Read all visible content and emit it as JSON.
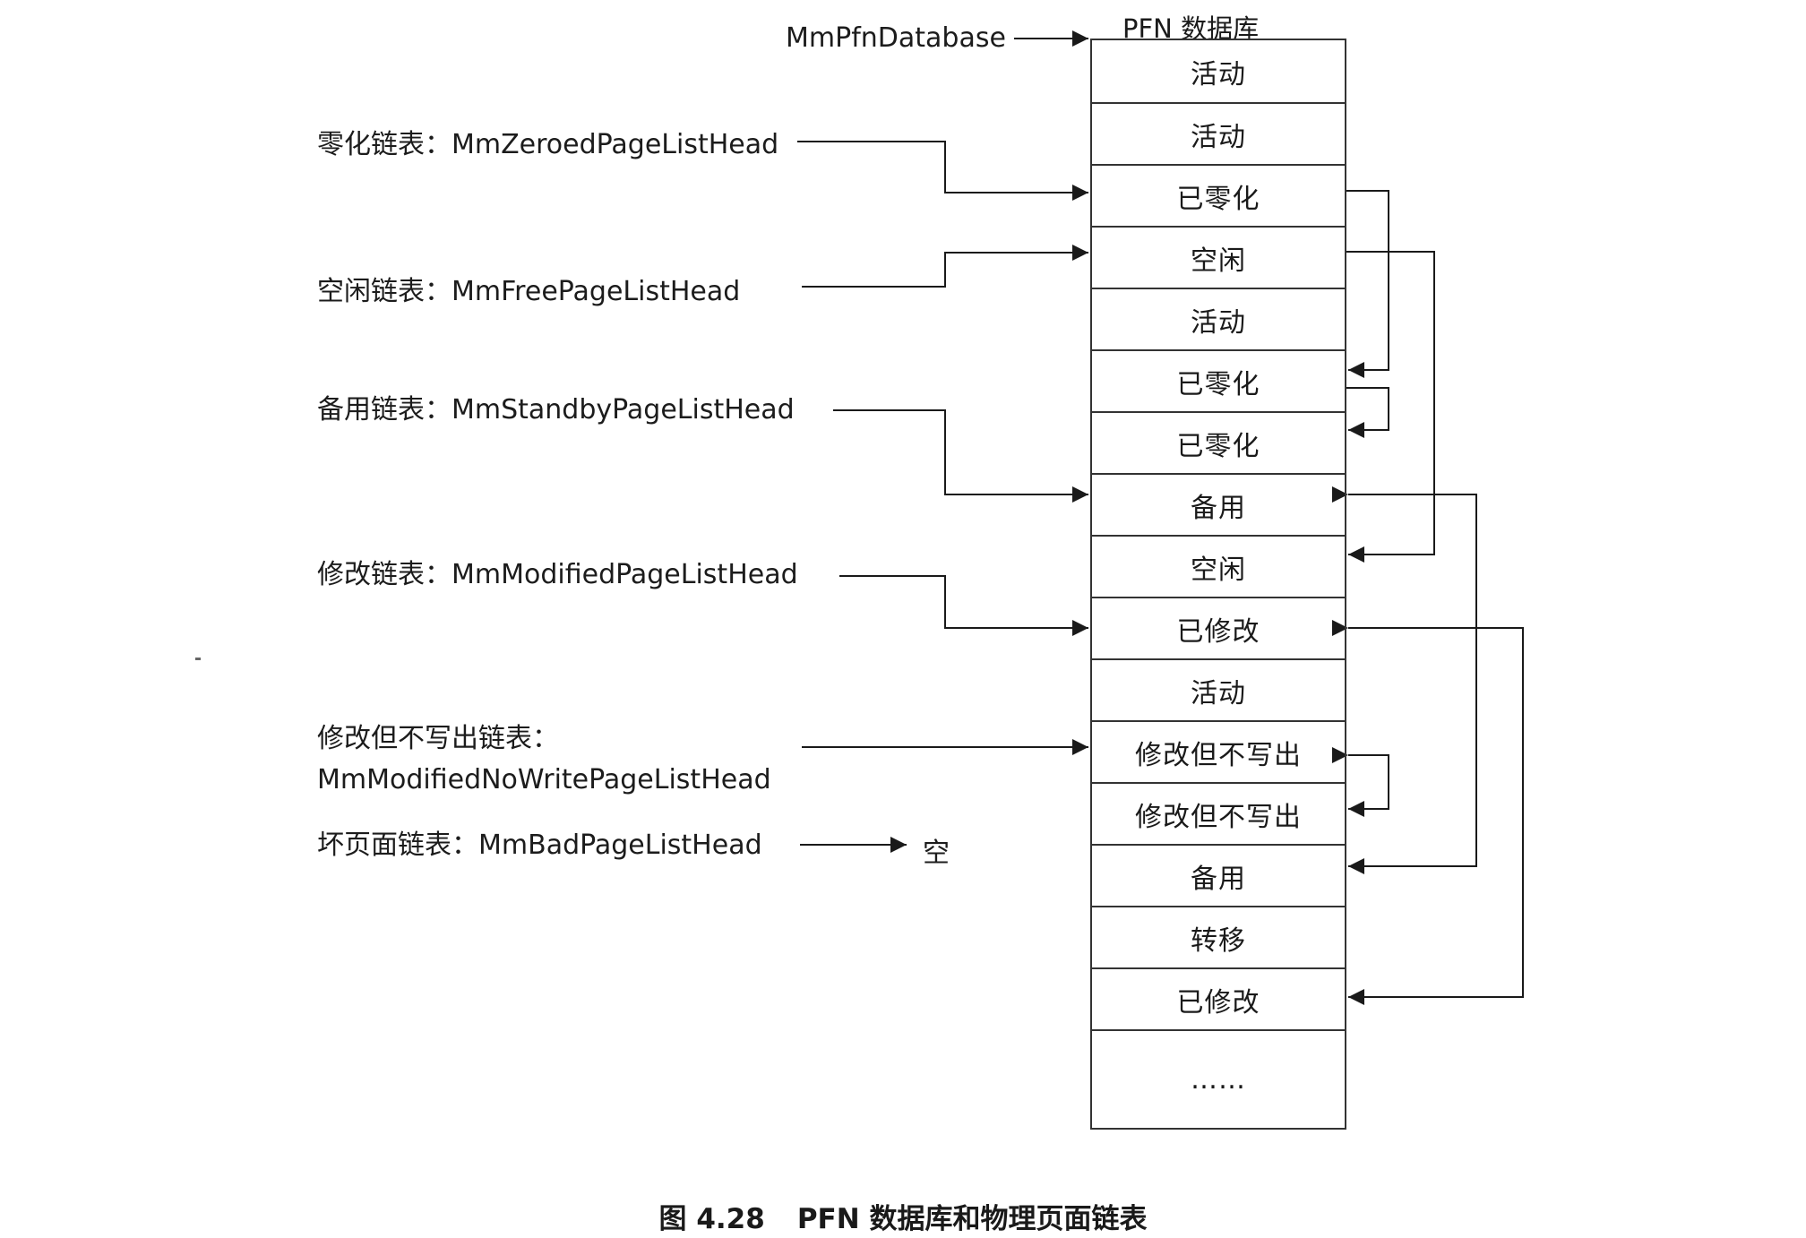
{
  "database": {
    "title": "PFN 数据库",
    "base_pointer": "MmPfnDatabase",
    "cells": [
      "活动",
      "活动",
      "已零化",
      "空闲",
      "活动",
      "已零化",
      "已零化",
      "备用",
      "空闲",
      "已修改",
      "活动",
      "修改但不写出",
      "修改但不写出",
      "备用",
      "转移",
      "已修改",
      "……"
    ]
  },
  "lists": [
    {
      "prefix": "零化链表：",
      "name": "MmZeroedPageListHead"
    },
    {
      "prefix": "空闲链表：",
      "name": "MmFreePageListHead"
    },
    {
      "prefix": "备用链表：",
      "name": "MmStandbyPageListHead"
    },
    {
      "prefix": "修改链表：",
      "name": "MmModifiedPageListHead"
    },
    {
      "prefix": "修改但不写出链表：",
      "name": "MmModifiedNoWritePageListHead"
    },
    {
      "prefix": "坏页面链表：",
      "name": "MmBadPageListHead",
      "target": "空"
    }
  ],
  "caption": {
    "figure": "图 4.28",
    "text": "PFN 数据库和物理页面链表"
  },
  "colors": {
    "line": "#1a1a1a",
    "cell_border": "#333333",
    "background": "#ffffff"
  }
}
